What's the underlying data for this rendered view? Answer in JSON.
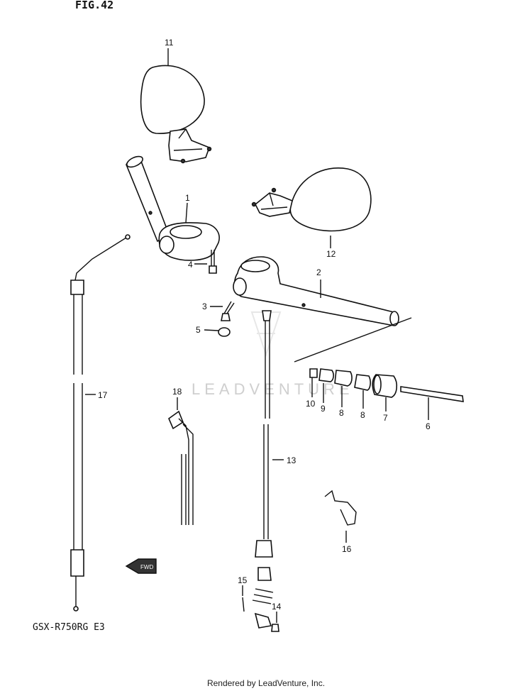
{
  "figure_title": "FIG.42",
  "model_code": "GSX-R750RG  E3",
  "watermark": "LEADVENTURE",
  "footer": "Rendered by LeadVenture, Inc.",
  "fwd_label": "FWD",
  "callouts": {
    "p1": "1",
    "p2": "2",
    "p3": "3",
    "p4": "4",
    "p5": "5",
    "p6": "6",
    "p7": "7",
    "p8a": "8",
    "p8b": "8",
    "p9": "9",
    "p10": "10",
    "p11": "11",
    "p12": "12",
    "p13": "13",
    "p14": "14",
    "p15": "15",
    "p16": "16",
    "p17": "17",
    "p18": "18"
  }
}
